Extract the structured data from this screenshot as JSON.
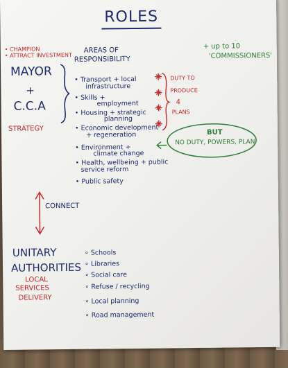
{
  "title": "ROLES",
  "left": {
    "champion_lines": [
      "• CHAMPION",
      "• ATTRACT INVESTMENT"
    ],
    "mayor": "MAYOR",
    "plus": "+",
    "cca": "C.C.A",
    "strategy": "STRATEGY",
    "connect": "CONNECT",
    "unitary_line1": "UNITARY",
    "unitary_line2": "AUTHORITIES",
    "local_services": [
      "LOCAL",
      "SERVICES",
      "DELIVERY"
    ]
  },
  "areas": {
    "heading_line1": "AREAS OF",
    "heading_line2": "RESPONSIBILITY",
    "items": [
      [
        "Transport + local",
        "infrastructure"
      ],
      [
        "Skills +",
        "employment"
      ],
      [
        "Housing + strategic",
        "planning"
      ],
      [
        "Economic development",
        "+ regeneration"
      ],
      [
        "Environment +",
        "climate change"
      ],
      [
        "Health, wellbeing + public",
        "service reform"
      ],
      [
        "Public safety"
      ]
    ]
  },
  "commissioners": [
    "+ up to 10",
    "'COMMISSIONERS'"
  ],
  "duty": [
    "DUTY TO",
    "PRODUCE",
    "4",
    "PLANS"
  ],
  "but_box": {
    "heading": "BUT",
    "text": "NO DUTY, POWERS, PLAN"
  },
  "unitary_items": [
    "Schools",
    "Libraries",
    "Social care",
    "Refuse / recycling",
    "Local planning",
    "Road management"
  ],
  "colors": {
    "blue_ink": "#1f2a6e",
    "red_ink": "#c8282a",
    "green_ink": "#2f7d36"
  }
}
